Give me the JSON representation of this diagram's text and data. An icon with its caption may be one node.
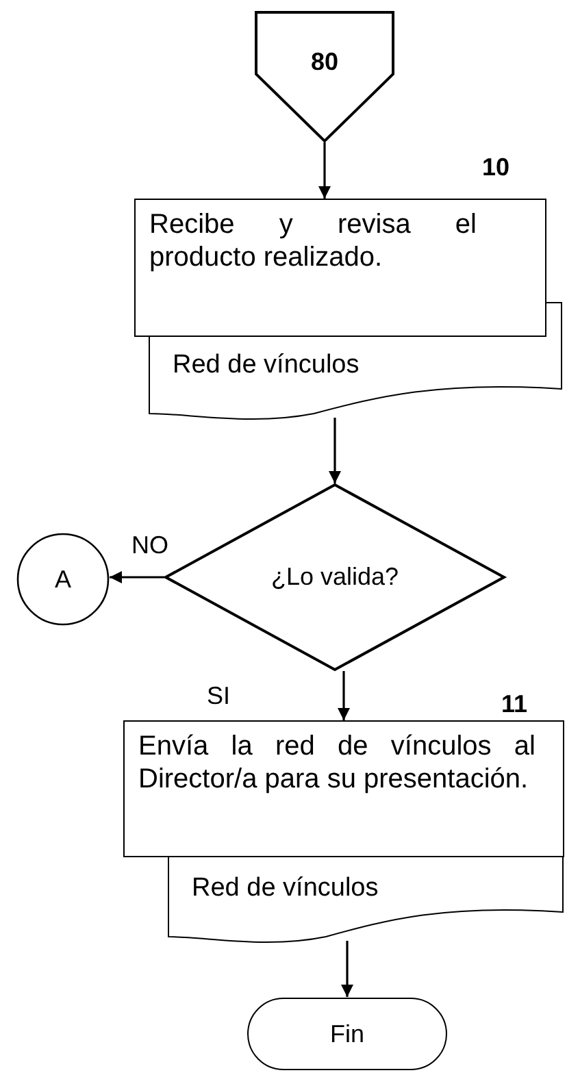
{
  "diagram": {
    "nodes": [
      {
        "text": [
          "80"
        ]
      },
      {
        "text": [
          "Recibe y revisa el producto realizado."
        ],
        "beside": [
          "10"
        ]
      },
      {
        "text": [
          "Red de vínculos"
        ]
      },
      {
        "text": [
          "¿Lo valida?"
        ]
      },
      {
        "text": [
          "A"
        ]
      },
      {
        "text": [
          "Envía la red de vínculos al Director/a para su presentación."
        ],
        "beside": [
          "11"
        ]
      },
      {
        "text": [
          "Red de vínculos"
        ]
      },
      {
        "text": [
          "Fin"
        ]
      }
    ],
    "edges": [
      {
        "from": 0,
        "to": 1,
        "arrow": "to"
      },
      {
        "from": 2,
        "to": 3,
        "arrow": "to"
      },
      {
        "from": 3,
        "to": 4,
        "arrow": "to",
        "label": "NO"
      },
      {
        "from": 3,
        "to": 5,
        "arrow": "to",
        "label": "SI"
      },
      {
        "from": 6,
        "to": 7,
        "arrow": "to"
      }
    ]
  }
}
